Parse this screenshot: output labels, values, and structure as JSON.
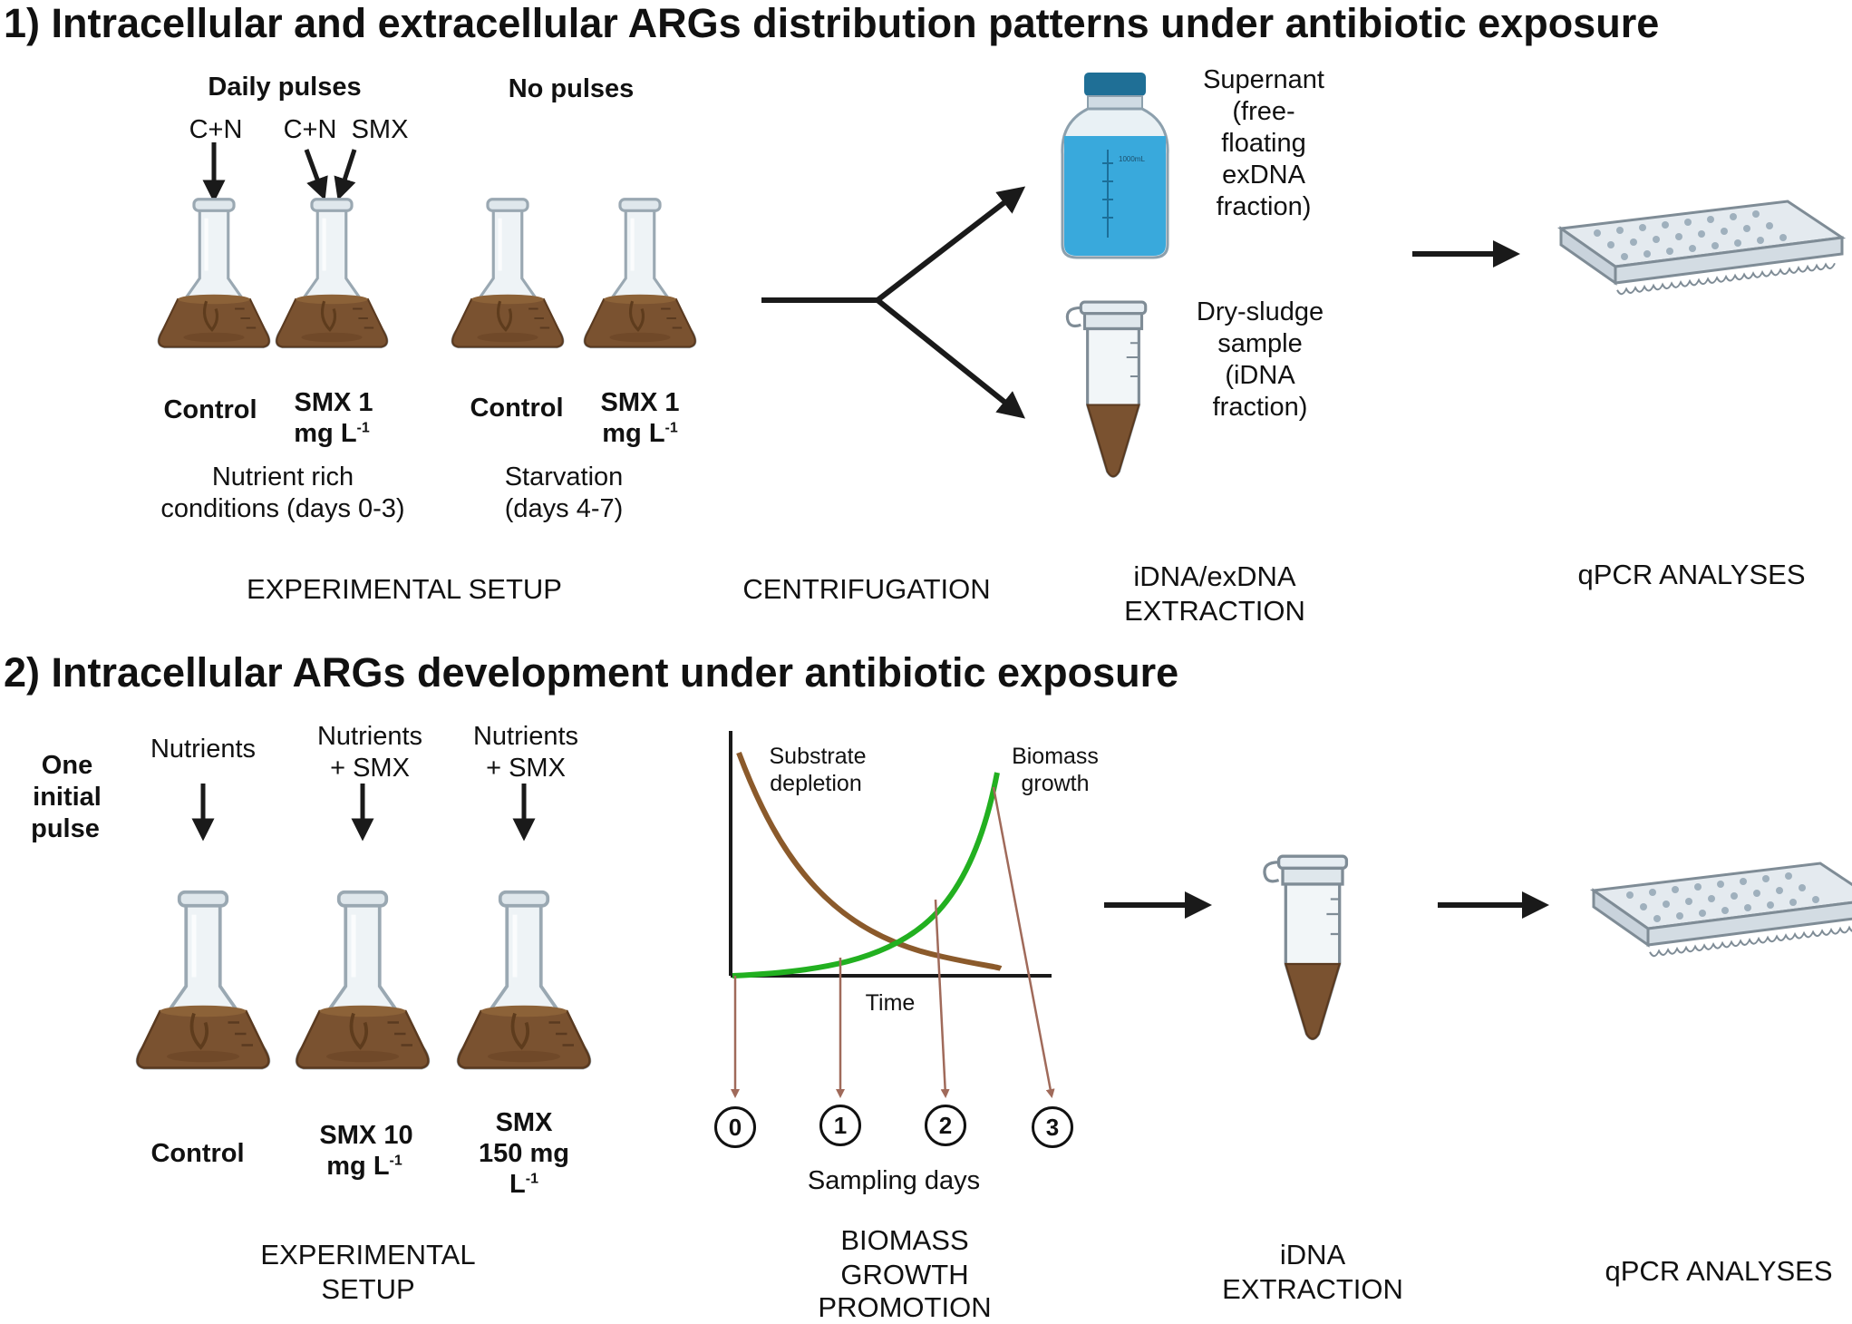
{
  "section1": {
    "title": "1) Intracellular and extracellular ARGs distribution patterns under antibiotic exposure",
    "daily_pulses": "Daily pulses",
    "no_pulses": "No pulses",
    "cn_1": "C+N",
    "cn_2": "C+N",
    "smx_arrow": "SMX",
    "flask_labels": {
      "control_1": "Control",
      "smx1_a_line1": "SMX 1",
      "smx1_a_line2": "mg L",
      "control_2": "Control",
      "smx1_b_line1": "SMX 1",
      "smx1_b_line2": "mg L",
      "superscript": "-1"
    },
    "nutrient_rich_1": "Nutrient rich",
    "nutrient_rich_2": "conditions (days 0-3)",
    "starvation_1": "Starvation",
    "starvation_2": "(days 4-7)",
    "supernatant": [
      "Supernant",
      "(free-",
      "floating",
      "exDNA",
      "fraction)"
    ],
    "bottle_mark": "1000mL",
    "dry_sludge": [
      "Dry-sludge",
      "sample",
      "(iDNA",
      "fraction)"
    ],
    "captions": {
      "setup": "EXPERIMENTAL SETUP",
      "centrifugation": "CENTRIFUGATION",
      "extraction_1": "iDNA/exDNA",
      "extraction_2": "EXTRACTION",
      "qpcr": "qPCR ANALYSES"
    }
  },
  "section2": {
    "title": "2) Intracellular ARGs development under antibiotic exposure",
    "one_initial_pulse": [
      "One",
      "initial",
      "pulse"
    ],
    "nutrients": "Nutrients",
    "nutrients_smx_a": [
      "Nutrients",
      "+ SMX"
    ],
    "nutrients_smx_b": [
      "Nutrients",
      "+ SMX"
    ],
    "flask_labels": {
      "control": "Control",
      "smx10_line1": "SMX 10",
      "smx10_line2": "mg L",
      "smx150_line1": "SMX",
      "smx150_line2": "150 mg",
      "smx150_line3": "L",
      "superscript": "-1"
    },
    "graph": {
      "substrate_1": "Substrate",
      "substrate_2": "depletion",
      "biomass_1": "Biomass",
      "biomass_2": "growth",
      "time": "Time",
      "days": [
        "0",
        "1",
        "2",
        "3"
      ],
      "sampling_days": "Sampling days"
    },
    "captions": {
      "setup_1": "EXPERIMENTAL",
      "setup_2": "SETUP",
      "biomass_1": "BIOMASS",
      "biomass_2": "GROWTH",
      "biomass_3": "PROMOTION",
      "extraction_1": "iDNA",
      "extraction_2": "EXTRACTION",
      "qpcr": "qPCR ANALYSES"
    }
  },
  "colors": {
    "sludge": "#7a5230",
    "substrate_curve": "#8b5a2b",
    "biomass_curve": "#22b020",
    "sampling_lines": "#a06a5a",
    "bottle_liquid": "#39a9dc",
    "bottle_cap": "#1f6f96",
    "plate": "#c9d3dc"
  }
}
